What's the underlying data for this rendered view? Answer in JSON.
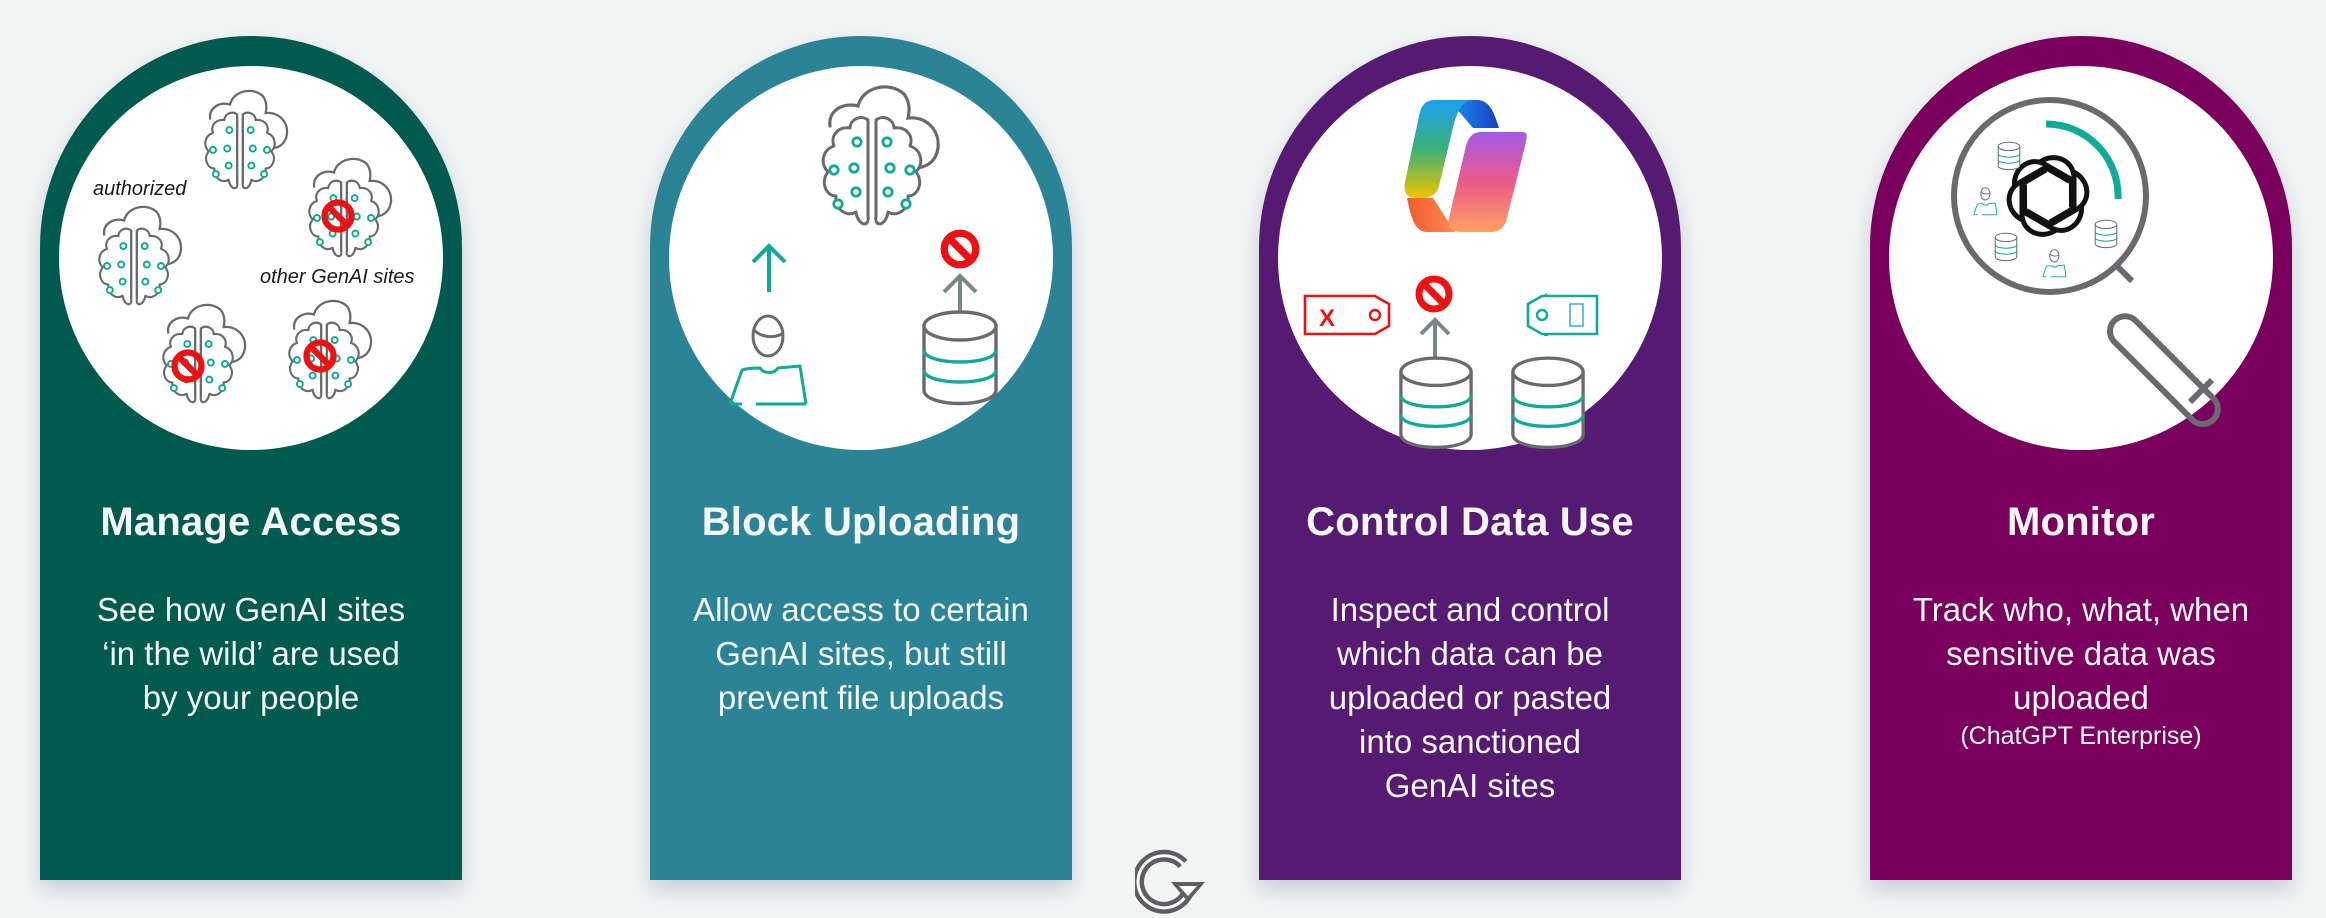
{
  "colors": {
    "background": "#f3f5f5",
    "manage_access": "#005a4e",
    "block_uploading": "#2a8496",
    "control_data_use": "#561a72",
    "monitor": "#7a005e",
    "icon_gray": "#6a6a6e",
    "icon_teal": "#10ab97",
    "block_red": "#ee1111"
  },
  "cards": [
    {
      "id": "manage-access",
      "title": "Manage Access",
      "body_lines": [
        "See how GenAI sites",
        "‘in the wild’ are used",
        "by your people"
      ],
      "illustration": {
        "labels": {
          "authorized": "authorized",
          "other": "other GenAI sites"
        },
        "icons": [
          "brain-cloud-icon",
          "brain-cloud-icon",
          "brain-cloud-blocked-icon",
          "brain-cloud-blocked-icon",
          "brain-cloud-blocked-icon"
        ]
      }
    },
    {
      "id": "block-uploading",
      "title": "Block Uploading",
      "body_lines": [
        "Allow access to certain",
        "GenAI sites, but still",
        "prevent file uploads"
      ],
      "illustration": {
        "icons": [
          "brain-cloud-icon",
          "person-icon",
          "upload-arrow-icon",
          "database-icon",
          "blocked-icon"
        ]
      }
    },
    {
      "id": "control-data-use",
      "title": "Control Data Use",
      "body_lines": [
        "Inspect and control",
        "which data can be",
        "uploaded or pasted",
        "into sanctioned",
        "GenAI sites"
      ],
      "illustration": {
        "tags": {
          "blocked": "X",
          "allowed": "▯"
        },
        "icons": [
          "copilot-logo-icon",
          "blocked-icon",
          "database-icon",
          "database-icon",
          "tag-icon"
        ]
      }
    },
    {
      "id": "monitor",
      "title": "Monitor",
      "body_lines": [
        "Track who, what, when",
        "sensitive data was",
        "uploaded"
      ],
      "note": "(ChatGPT Enterprise)",
      "illustration": {
        "icons": [
          "magnifier-icon",
          "chatgpt-logo-icon",
          "database-icon",
          "person-icon"
        ]
      }
    }
  ],
  "footer_icon": "cycle-arrow-icon"
}
